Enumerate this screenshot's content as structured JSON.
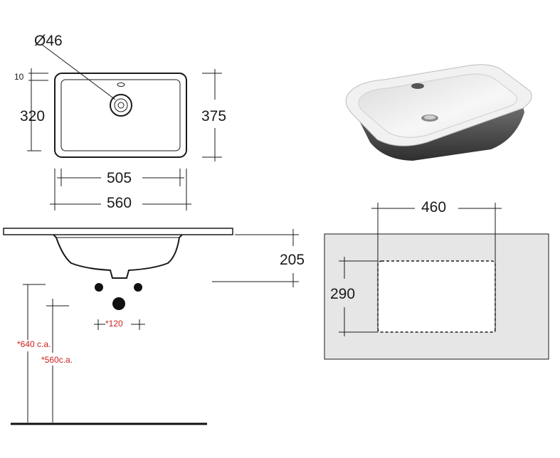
{
  "top_view": {
    "hole_diameter_label": "Ø46",
    "rim_label": "10",
    "inner_depth_label": "320",
    "outer_depth_label": "375",
    "inner_width_label": "505",
    "outer_width_label": "560"
  },
  "side_view": {
    "basin_height_label": "205",
    "pipe_spacing_label": "*120",
    "height_640_label": "*640 c.a.",
    "height_560_label": "*560c.a."
  },
  "cutout_view": {
    "cutout_width_label": "460",
    "cutout_depth_label": "290"
  },
  "colors": {
    "line": "#1a1a1a",
    "accent_red": "#c8201e",
    "countertop_fill": "#e6e6e6",
    "basin_white": "#f4f4f4",
    "basin_shadow": "#4a4a4a"
  }
}
